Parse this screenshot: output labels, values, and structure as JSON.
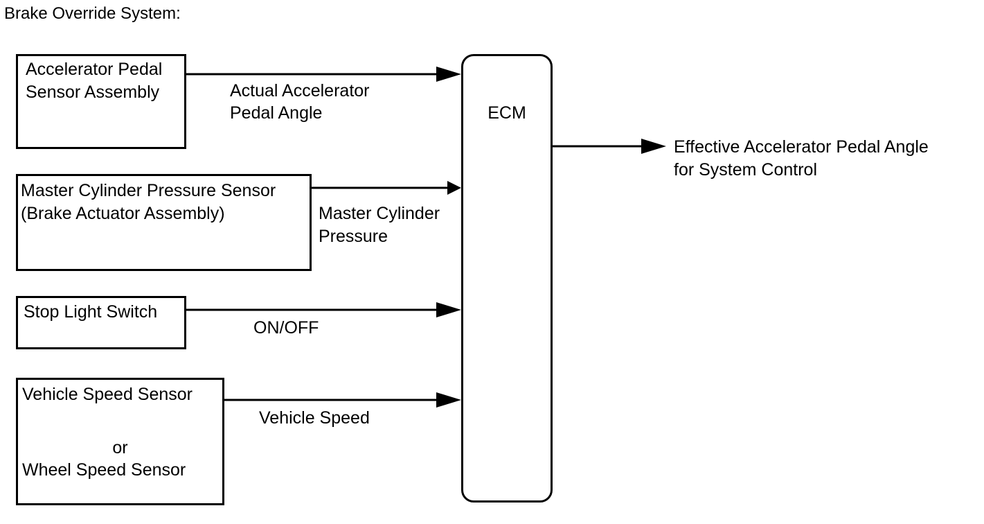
{
  "title": "Brake Override System:",
  "ecm": {
    "label": "ECM"
  },
  "inputs": [
    {
      "line1": "Accelerator Pedal",
      "line2": "Sensor Assembly",
      "signal1": "Actual Accelerator",
      "signal2": "Pedal Angle"
    },
    {
      "line1": "Master Cylinder Pressure Sensor",
      "line2": "(Brake Actuator Assembly)",
      "signal1": "Master Cylinder",
      "signal2": "Pressure"
    },
    {
      "line1": "Stop Light Switch",
      "signal1": "ON/OFF"
    },
    {
      "line1": "Vehicle Speed Sensor",
      "line2": "or",
      "line3": "Wheel Speed Sensor",
      "signal1": "Vehicle Speed"
    }
  ],
  "output": {
    "line1": "Effective Accelerator Pedal Angle",
    "line2": "for System Control"
  },
  "colors": {
    "stroke": "#000000",
    "background": "#ffffff"
  }
}
